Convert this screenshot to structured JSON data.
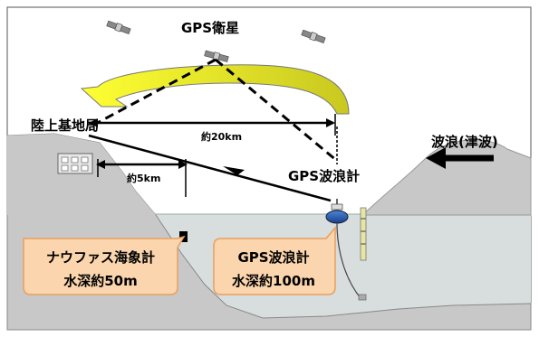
{
  "labels": {
    "satellite": "GPS衛星",
    "land_station": "陸上基地局",
    "dist_20km": "約20km",
    "dist_5km": "約5km",
    "gps_buoy": "GPS波浪計",
    "waves": "波浪(津波)"
  },
  "callouts": {
    "nowphas_line1": "ナウファス海象計",
    "nowphas_line2": "水深約50m",
    "gps_line1": "GPS波浪計",
    "gps_line2": "水深約100m"
  },
  "colors": {
    "ground": "#c8c8c8",
    "sea": "#d8dddd",
    "arrow_yellow": "#ffff33",
    "callout_fill": "#fbd5ad",
    "callout_stroke": "#e8a060"
  }
}
